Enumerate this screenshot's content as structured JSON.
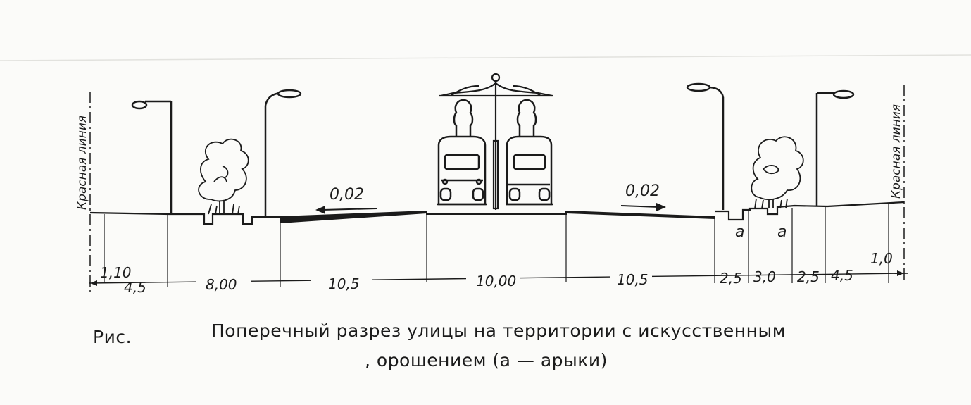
{
  "red_line_label": "Красная линия",
  "slope_left": "0,02",
  "slope_right": "0,02",
  "aryk_marks": [
    "a",
    "a"
  ],
  "dimensions": [
    "1,10",
    "4,5",
    "8,00",
    "10,5",
    "10,00",
    "10,5",
    "2,5",
    "3,0",
    "2,5",
    "4,5",
    "1,0"
  ],
  "figure_label": "Рис.",
  "caption_line1": "Поперечный разрез улицы на территории с искусственным",
  "caption_line2": ", орошением  (a — арыки)"
}
